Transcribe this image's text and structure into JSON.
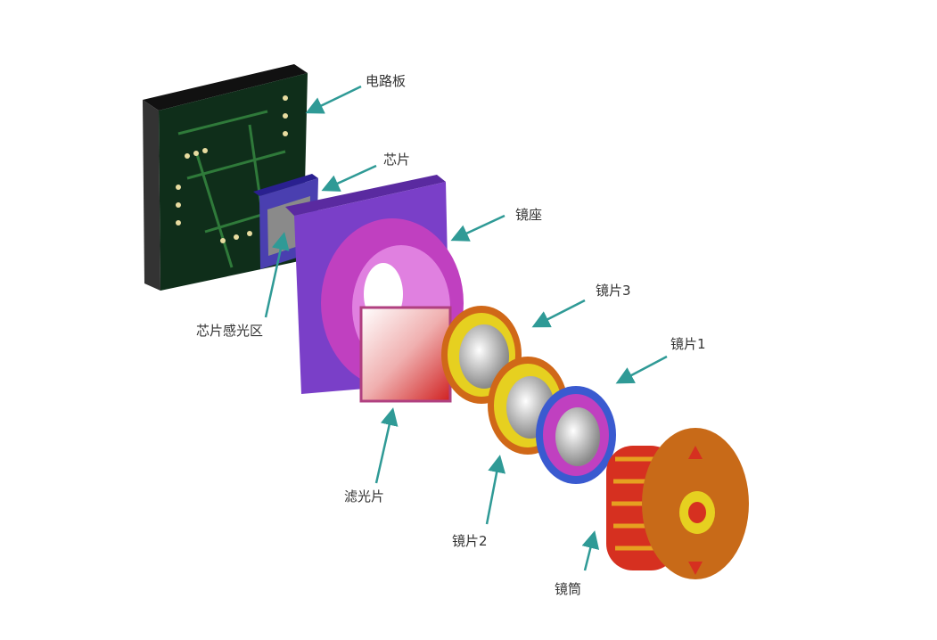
{
  "labels": {
    "pcb": "电路板",
    "chip": "芯片",
    "lens_holder": "镜座",
    "lens3": "镜片3",
    "lens1": "镜片1",
    "sensor_area": "芯片感光区",
    "filter": "滤光片",
    "lens2": "镜片2",
    "barrel": "镜筒"
  },
  "colors": {
    "arrow": "#2f9a96",
    "pcb": "#0d2a18",
    "chip": "#4a3fb0",
    "holder": "#7a3fc8",
    "cylinder": "#c040c0",
    "lens_orange": "#e07a20",
    "lens_yellow": "#e6d020",
    "lens_blue": "#3a5ad0",
    "barrel": "#c86a18"
  }
}
